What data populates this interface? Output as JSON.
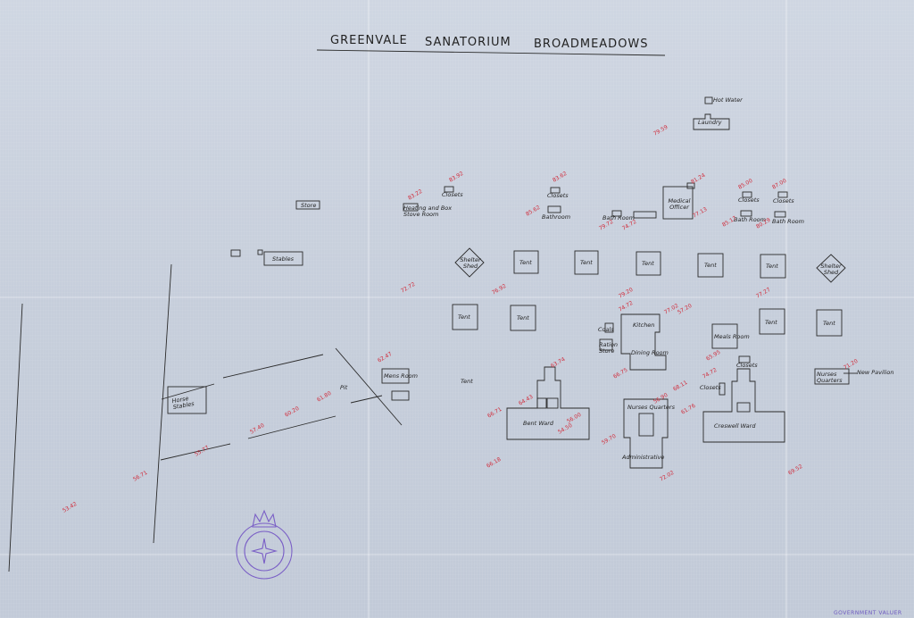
{
  "map": {
    "title_part1": "GREENVALE",
    "title_part2": "SANATORIUM",
    "title_part3": "BROADMEADOWS",
    "stamp_footer": "GOVERNMENT VALUER",
    "colors": {
      "paper": "#c9d0dc",
      "ink": "#222222",
      "levels": "#d12b3a",
      "stamp": "#7a5fc6"
    },
    "buildings": [
      "Hot Water",
      "Laundry",
      "Medical Officer",
      "Closets",
      "Closets",
      "Closets",
      "Closets",
      "Store",
      "Heating and Box Stove Room",
      "Bathroom",
      "Bath Room",
      "Bath Room",
      "Bath Room",
      "Stables",
      "Shelter Shed",
      "Shelter Shed",
      "Tent",
      "Tent",
      "Tent",
      "Tent",
      "Tent",
      "Tent",
      "Tent",
      "Tent",
      "Tent",
      "Tent",
      "Kitchen",
      "Dining Room",
      "Meals Room",
      "Nurses Quarters",
      "Nurses Quarters",
      "New Pavilion",
      "Horse Stables",
      "Mens Room",
      "Bent Ward",
      "Administrative",
      "Creswell Ward",
      "Closets",
      "Closets",
      "Coals",
      "Ration Store",
      "Pit"
    ],
    "levels": [
      "79.59",
      "81.24",
      "83.62",
      "83.92",
      "83.22",
      "85.62",
      "79.72",
      "77.13",
      "85.00",
      "87.00",
      "85.17",
      "80.29",
      "74.72",
      "72.72",
      "76.92",
      "79.20",
      "74.72",
      "77.02",
      "77.27",
      "63.74",
      "66.75",
      "65.95",
      "68.11",
      "62.47",
      "61.80",
      "60.20",
      "57.40",
      "55.77",
      "56.71",
      "53.42",
      "66.71",
      "64.43",
      "74.72",
      "61.76",
      "59.70",
      "66.18",
      "72.02",
      "71.20",
      "69.52",
      "56.90",
      "57.20",
      "56.00",
      "54.50"
    ]
  }
}
